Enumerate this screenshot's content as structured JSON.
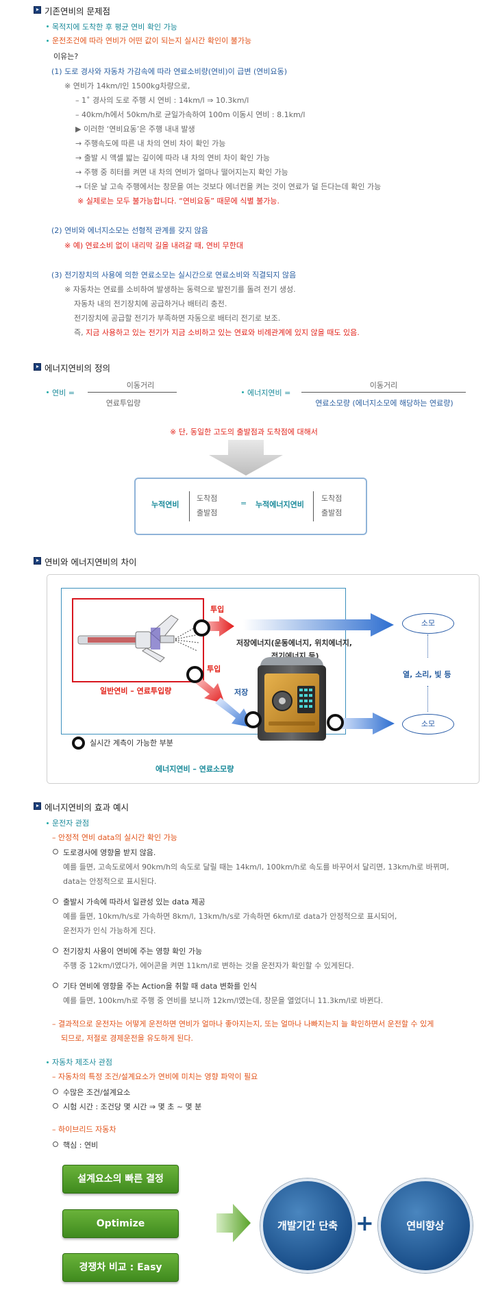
{
  "s1": {
    "title": "기존연비의 문제점",
    "b1": "목적지에 도착한 후 평균 연비 확인 가능",
    "b2": "운전조건에 따라 연비가 어떤 값이 되는지 실시간 확인이 불가능",
    "why": "이유는?",
    "p1": "(1) 도로 경사와 자동차 가감속에 따라 연료소비량(연비)이 급변 (연비요동)",
    "p1_l1": "※ 연비가 14km/l인 1500kg차량으로,",
    "p1_l2": "– 1˚ 경사의 도로 주행 시 연비 : 14km/l ⇒ 10.3km/l",
    "p1_l3": "– 40km/h에서 50km/h로 균일가속하여 100m 이동시 연비 : 8.1km/l",
    "p1_l4": "▶ 이러한 ‘연비요동’은 주행 내내 발생",
    "p1_l5": "→ 주행속도에 따른 내 차의 연비 차이 확인 가능",
    "p1_l6": "→ 출발 시 액셀 밟는 깊이에 따라 내 차의 연비 차이 확인 가능",
    "p1_l7": "→ 주행 중 히터를 켜면 내 차의 연비가 얼마나 떨어지는지 확인 가능",
    "p1_l8": "→ 더운 날 고속 주행에서는 창문을 여는 것보다 에너컨을 켜는 것이 연료가 덜 든다는데 확인 가능",
    "p1_l9": "※ 실제로는 모두 불가능합니다. “연비요동” 때문에 식별 불가능.",
    "p2": "(2) 연비와 에너지소모는 선형적 관계를 갖지 않음",
    "p2_l1": "※ 예) 연료소비 없이 내리막 길을 내려갈 때, 연비 무한대",
    "p3": "(3) 전기장치의 사용에 의한 연료소모는 실시간으로 연료소비와 직결되지 않음",
    "p3_l1": "※ 자동차는 연료를 소비하여 발생하는 동력으로 발전기를 돌려 전기 생성.",
    "p3_l2": "자동차 내의 전기장치에 공급하거나 배터리 충전.",
    "p3_l3": "전기장치에 공급할 전기가 부족하면 자동으로 배터리 전기로 보조.",
    "p3_l4a": "즉, ",
    "p3_l4b": "지금 사용하고 있는 전기가 지금 소비하고 있는 연료와 비례관계에 있지 않을 때도 있음."
  },
  "s2": {
    "title": "에너지연비의 정의",
    "f1_label": "연비 =",
    "f1_num": "이동거리",
    "f1_den": "연료투입량",
    "f2_label": "에너지연비 =",
    "f2_num": "이동거리",
    "f2_den": "연료소모량 (에너지소모에 해당하는 연료량)",
    "note": "※ 단, 동일한 고도의 출발점과 도착점에 대해서",
    "box_left": "누적연비",
    "box_top1": "도착점",
    "box_bot1": "출발점",
    "box_eq": "=",
    "box_right": "누적에너지연비",
    "box_top2": "도착점",
    "box_bot2": "출발점"
  },
  "s3": {
    "title": "연비와 에너지연비의 차이",
    "input1": "투입",
    "input2": "투입",
    "store": "저장",
    "stored_energy1": "저장에너지(운동에너지, 위치에너지,",
    "stored_energy2": "전기에너지 등)",
    "consume1": "소모",
    "consume2": "소모",
    "heat": "열, 소리, 빛 등",
    "normal_fuel": "일반연비 – 연료투입량",
    "realtime": "실시간 계측이 가능한 부분",
    "energy_fuel": "에너지연비 – 연료소모량"
  },
  "s4": {
    "title": "에너지연비의 효과 예시",
    "driver": "운전자 관점",
    "driver_sub": "– 안정적 연비 data의 실시간 확인 가능",
    "d1": "도로경사에 영향을 받지 않음.",
    "d1a": "예를 들면, 고속도로에서 90km/h의 속도로 달릴 때는 14km/l, 100km/h로 속도를 바꾸어서 달리면, 13km/h로 바뀌며,",
    "d1b": "data는 안정적으로 표시된다.",
    "d2": "출발시 가속에 따라서 일관성 있는 data 제공",
    "d2a": "예를 들면, 10km/h/s로 가속하면 8km/l,  13km/h/s로 가속하면 6km/l로 data가 안정적으로 표시되어,",
    "d2b": "운전자가 인식 가능하게 진다.",
    "d3": "전기장치 사용이 연비에 주는 영향 확인 가능",
    "d3a": "주행 중 12km/l였다가, 에어콘을 켜면 11km/l로 변하는 것을 운전자가 확인할 수 있게된다.",
    "d4": "기타 연비에 영향을 주는 Action을 취할 때 data 변화를 인식",
    "d4a": "예를 들면, 100km/h로 주행 중 연비를 보니까 12km/l였는데, 창문을 열었더니 11.3km/l로 바뀐다.",
    "concl1": "– 결과적으로 운전자는 어떻게 운전하면 연비가 얼마나 좋아지는지, 또는 얼마나 나빠지는지  늘 확인하면서 운전할 수 있게",
    "concl2": "되므로, 저절로 경제운전을 유도하게 된다.",
    "maker": "자동차 제조사 관점",
    "maker_sub": "– 자동차의 특정 조건/설계요소가 연비에 미치는 영향 파악이 필요",
    "m1": "수많은 조건/설계요소",
    "m2": "시험 시간 : 조건당 몇 시간 ⇒ 몇 초 ~ 몇 분",
    "hybrid": "– 하이브리드 자동차",
    "h1": "핵심 : 연비",
    "btn1": "설계요소의 빠른 결정",
    "btn2": "Optimize",
    "btn3": "경쟁차 비교 : Easy",
    "circle1": "개발기간 단축",
    "plus": "+",
    "circle2": "연비향상"
  },
  "colors": {
    "teal": "#1a8a9a",
    "orange": "#e2531a",
    "red": "#e2231a",
    "navy": "#1b3f7a",
    "green": "#4f9a28"
  }
}
